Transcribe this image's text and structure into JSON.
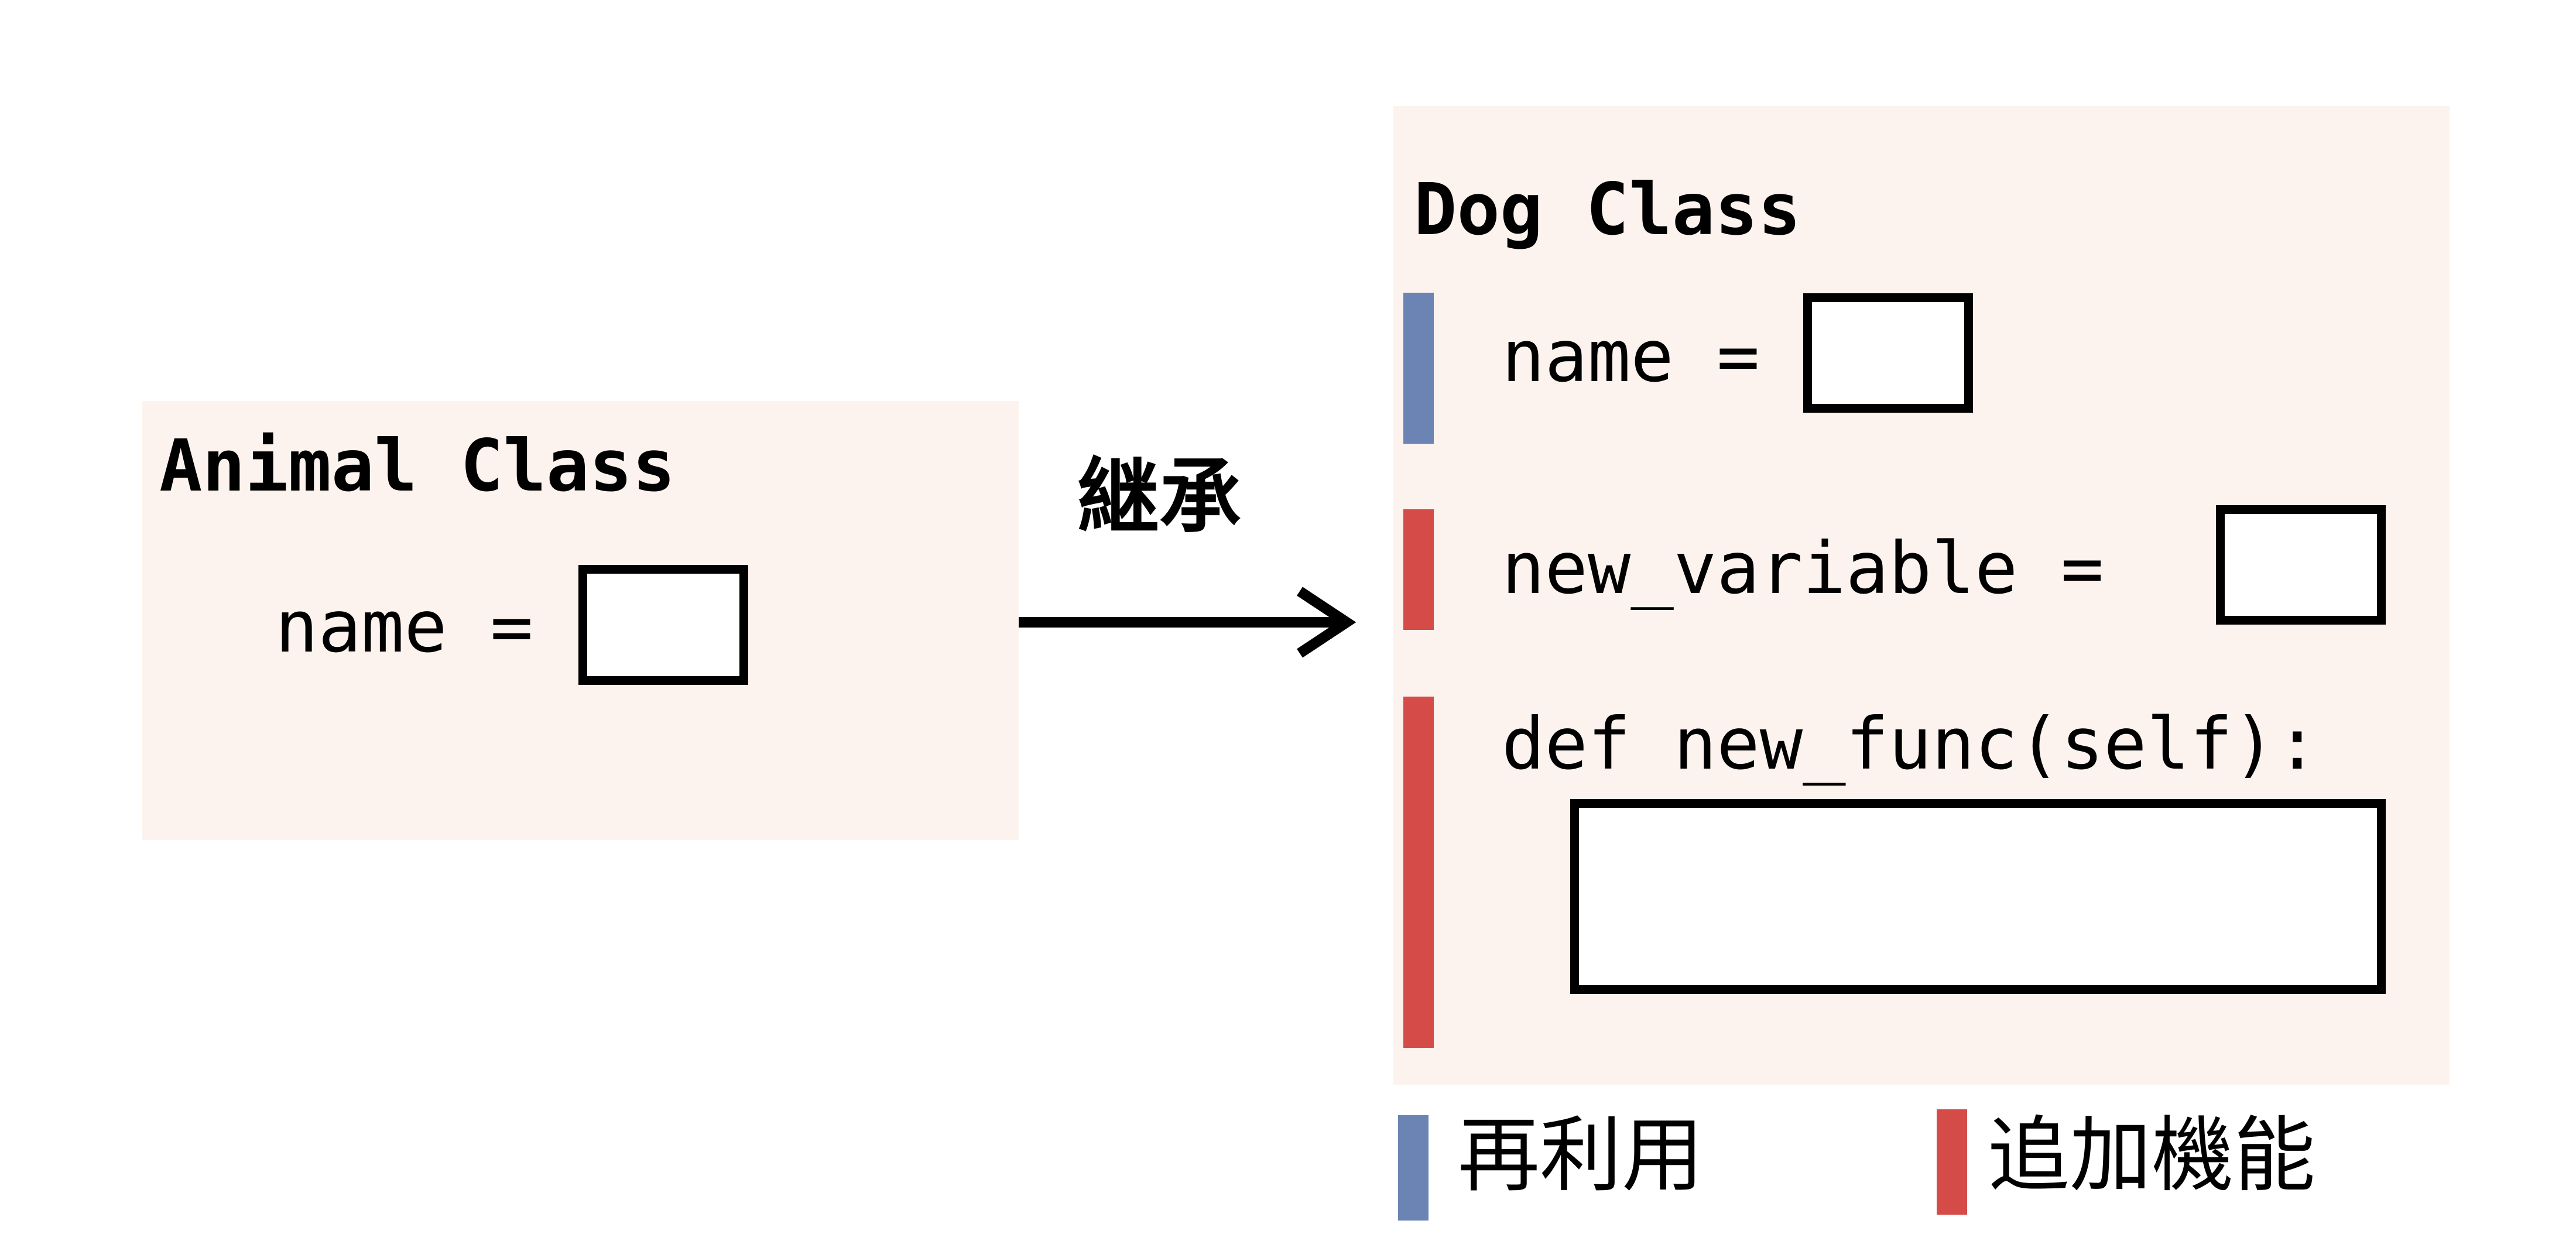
{
  "colors": {
    "panel_background": "#fcf3ee",
    "reuse_bar": "#6b84b3",
    "added_bar": "#d44b48",
    "stroke": "#000000"
  },
  "animal_class": {
    "title": "Animal Class",
    "attribute": "name ="
  },
  "arrow": {
    "label": "継承",
    "icon": "right-arrow-icon"
  },
  "dog_class": {
    "title": "Dog Class",
    "reused_attribute": "name =",
    "new_variable": "new_variable =",
    "new_method": "def new_func(self):"
  },
  "legend": {
    "reuse_label": "再利用",
    "added_label": "追加機能"
  }
}
